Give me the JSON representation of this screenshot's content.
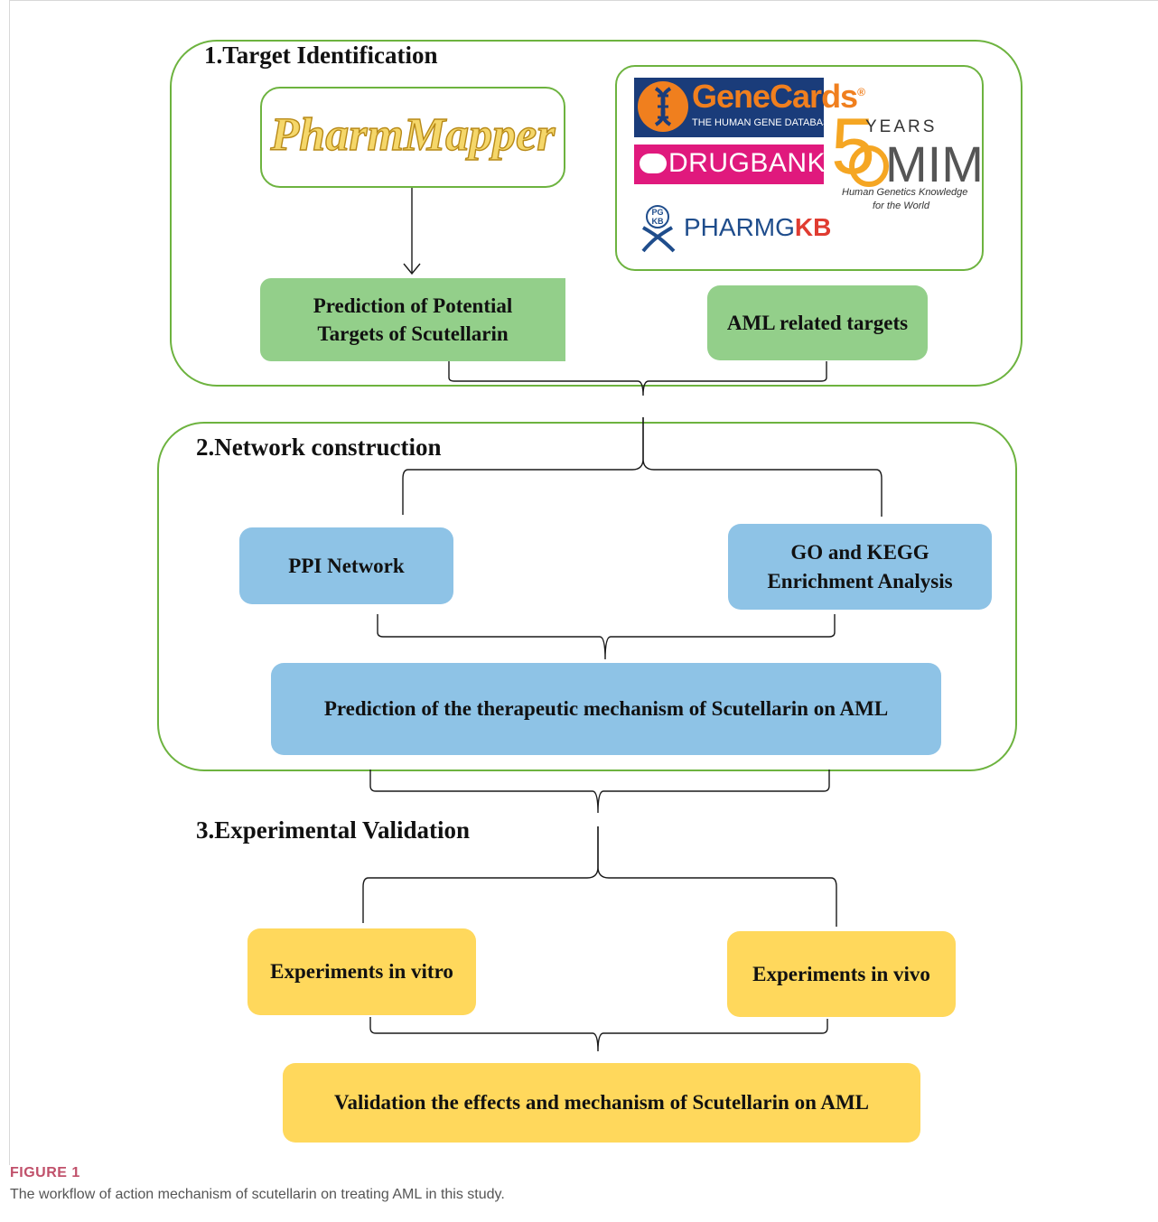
{
  "sections": {
    "target_identification": "1.Target Identification",
    "network_construction": "2.Network construction",
    "experimental_validation": "3.Experimental Validation"
  },
  "logos": {
    "pharmmapper": "PharmMapper",
    "genecards": "GeneCards",
    "genecards_registered": "®",
    "genecards_tagline": "THE HUMAN GENE DATABASE",
    "drugbank": "DRUGBANK",
    "pharmgkb_pg": "PG",
    "pharmgkb_kb": "KB",
    "pharmgkb_text": "PHARMG",
    "pharmgkb_text_bold": "KB",
    "omim_years_num": "5",
    "omim_years": "YEARS",
    "omim": "MIM",
    "omim_tagline_1": "Human Genetics Knowledge",
    "omim_tagline_2": "for the World"
  },
  "boxes": {
    "prediction_targets": "Prediction of Potential Targets of Scutellarin",
    "aml_targets": "AML related targets",
    "ppi_network": "PPI Network",
    "go_kegg": "GO and KEGG Enrichment Analysis",
    "therapeutic_mechanism": "Prediction of the therapeutic mechanism of Scutellarin on AML",
    "in_vitro": "Experiments in vitro",
    "in_vivo": "Experiments in vivo",
    "validation": "Validation the effects and mechanism of Scutellarin on AML"
  },
  "colors": {
    "section_border": "#6db33f",
    "green_box": "#93cf8a",
    "blue_box": "#8ec3e6",
    "yellow_box": "#ffd85c"
  },
  "caption": {
    "label": "FIGURE 1",
    "text": "The workflow of action mechanism of scutellarin on treating AML in this study."
  }
}
